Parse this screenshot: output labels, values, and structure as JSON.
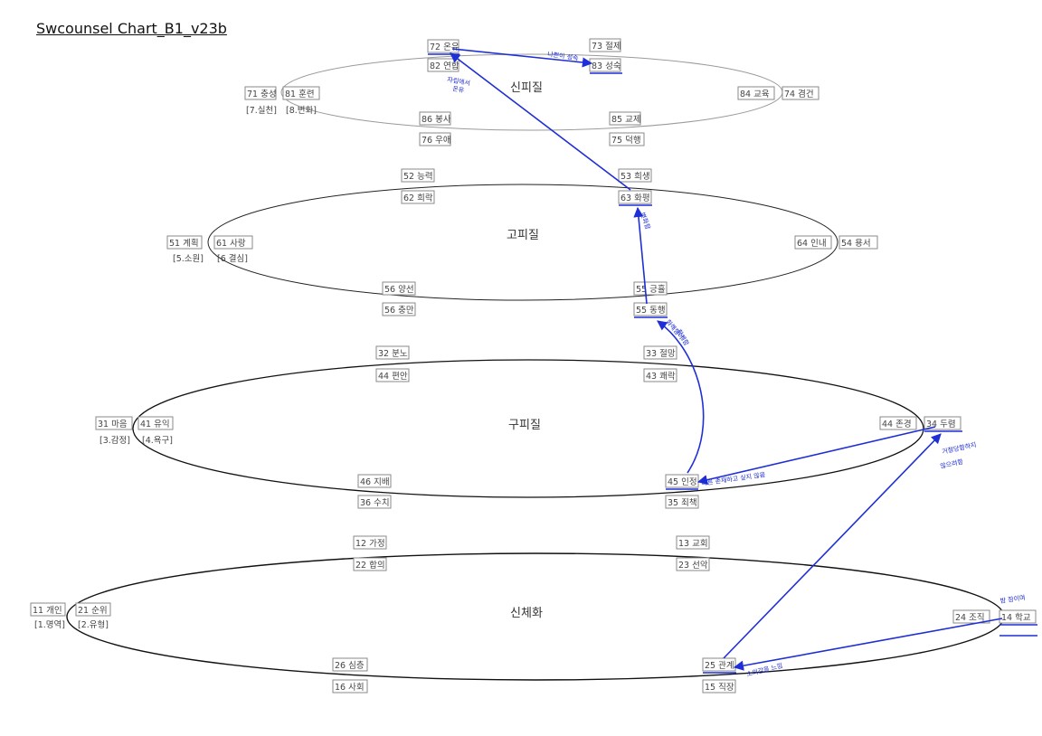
{
  "title": "Swcounsel Chart_B1_v23b",
  "rings": [
    {
      "label": "신피질"
    },
    {
      "label": "고피질"
    },
    {
      "label": "구피질"
    },
    {
      "label": "신체화"
    }
  ],
  "nodes": [
    {
      "text": "72 온유"
    },
    {
      "text": "73 절제"
    },
    {
      "text": "82 연합"
    },
    {
      "text": "83 성숙"
    },
    {
      "text": "71 충성"
    },
    {
      "text": "81 훈련"
    },
    {
      "text": "84 교육"
    },
    {
      "text": "74 겸건"
    },
    {
      "text": "86 봉사"
    },
    {
      "text": "85 교제"
    },
    {
      "text": "76 우애"
    },
    {
      "text": "75 덕행"
    },
    {
      "text": "52 능력"
    },
    {
      "text": "53 희생"
    },
    {
      "text": "62 희락"
    },
    {
      "text": "63 화평"
    },
    {
      "text": "51 계획"
    },
    {
      "text": "61 사랑"
    },
    {
      "text": "64 인내"
    },
    {
      "text": "54 용서"
    },
    {
      "text": "56 양선"
    },
    {
      "text": "55 긍휼"
    },
    {
      "text": "56 충만"
    },
    {
      "text": "55 동행"
    },
    {
      "text": "32 분노"
    },
    {
      "text": "33 절망"
    },
    {
      "text": "44 편안"
    },
    {
      "text": "43 쾌락"
    },
    {
      "text": "31 마음"
    },
    {
      "text": "41 유익"
    },
    {
      "text": "44 존경"
    },
    {
      "text": "34 두렴"
    },
    {
      "text": "46 지배"
    },
    {
      "text": "45 인정"
    },
    {
      "text": "36 수치"
    },
    {
      "text": "35 죄책"
    },
    {
      "text": "12 가정"
    },
    {
      "text": "13 교회"
    },
    {
      "text": "22 합의"
    },
    {
      "text": "23 선악"
    },
    {
      "text": "11 개인"
    },
    {
      "text": "21 순위"
    },
    {
      "text": "24 조직"
    },
    {
      "text": "14 학교"
    },
    {
      "text": "26 심층"
    },
    {
      "text": "25 관계"
    },
    {
      "text": "16 사회"
    },
    {
      "text": "15 직장"
    }
  ],
  "sublabels": [
    {
      "text": "[7.실천]"
    },
    {
      "text": "[8.변화]"
    },
    {
      "text": "[5.소원]"
    },
    {
      "text": "[6 결심]"
    },
    {
      "text": "[3.감정]"
    },
    {
      "text": "[4.욕구]"
    },
    {
      "text": "[1.명역]"
    },
    {
      "text": "[2.유형]"
    }
  ],
  "annotations": [
    {
      "text": "나쁜이 성숙"
    },
    {
      "text": "자립에서"
    },
    {
      "text": "온유"
    },
    {
      "text": "변화함"
    },
    {
      "text": "화해함이"
    },
    {
      "text": "함께함"
    },
    {
      "text": "다른 존재하고 싶지 않음"
    },
    {
      "text": "거절당함하지"
    },
    {
      "text": "않으려함"
    },
    {
      "text": "밤 잠이며"
    },
    {
      "text": "소외감을 느낌"
    }
  ]
}
